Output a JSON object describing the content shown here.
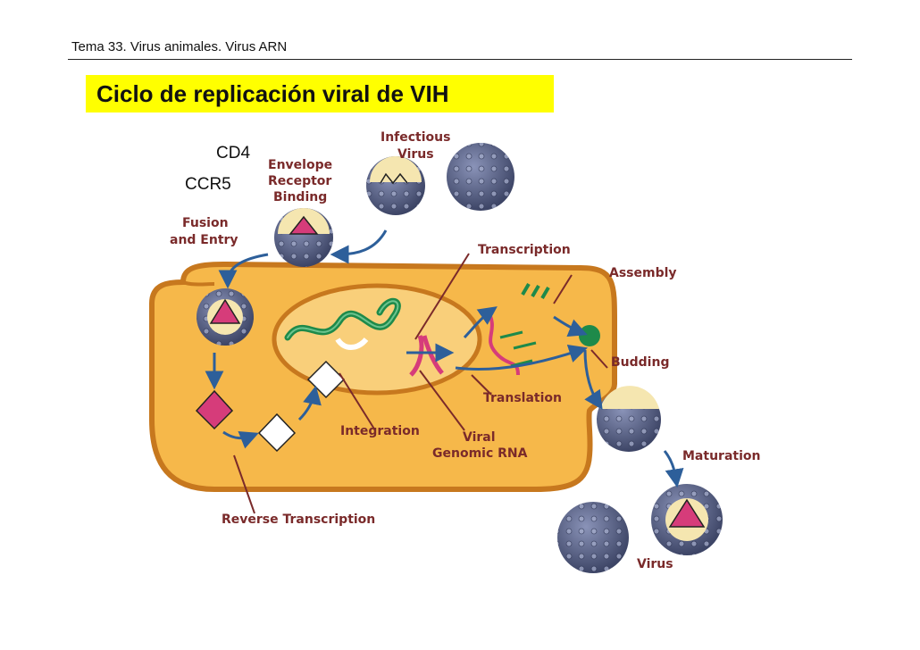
{
  "header": {
    "text": "Tema 33. Virus animales. Virus ARN"
  },
  "title": {
    "text": "Ciclo de replicación viral de VIH"
  },
  "labels": {
    "cd4": "CD4",
    "ccr5": "CCR5",
    "infectious_1": "Infectious",
    "infectious_2": "Virus",
    "envelope_1": "Envelope",
    "envelope_2": "Receptor",
    "envelope_3": "Binding",
    "fusion_1": "Fusion",
    "fusion_2": "and Entry",
    "transcription": "Transcription",
    "assembly": "Assembly",
    "budding": "Budding",
    "translation": "Translation",
    "integration": "Integration",
    "viral_1": "Viral",
    "viral_2": "Genomic RNA",
    "maturation": "Maturation",
    "reverse": "Reverse Transcription",
    "virus": "Virus"
  },
  "colors": {
    "cytoplasm": "#f6b84a",
    "cell_outline": "#c7781e",
    "nucleus": "#f9cf7a",
    "virion": "#5a6488",
    "virion_dots": "#9aa3c4",
    "arrow": "#2d5f9a",
    "dna": "#1e8a4a",
    "rna": "#d63c7a",
    "label": "#7a2a2a"
  }
}
